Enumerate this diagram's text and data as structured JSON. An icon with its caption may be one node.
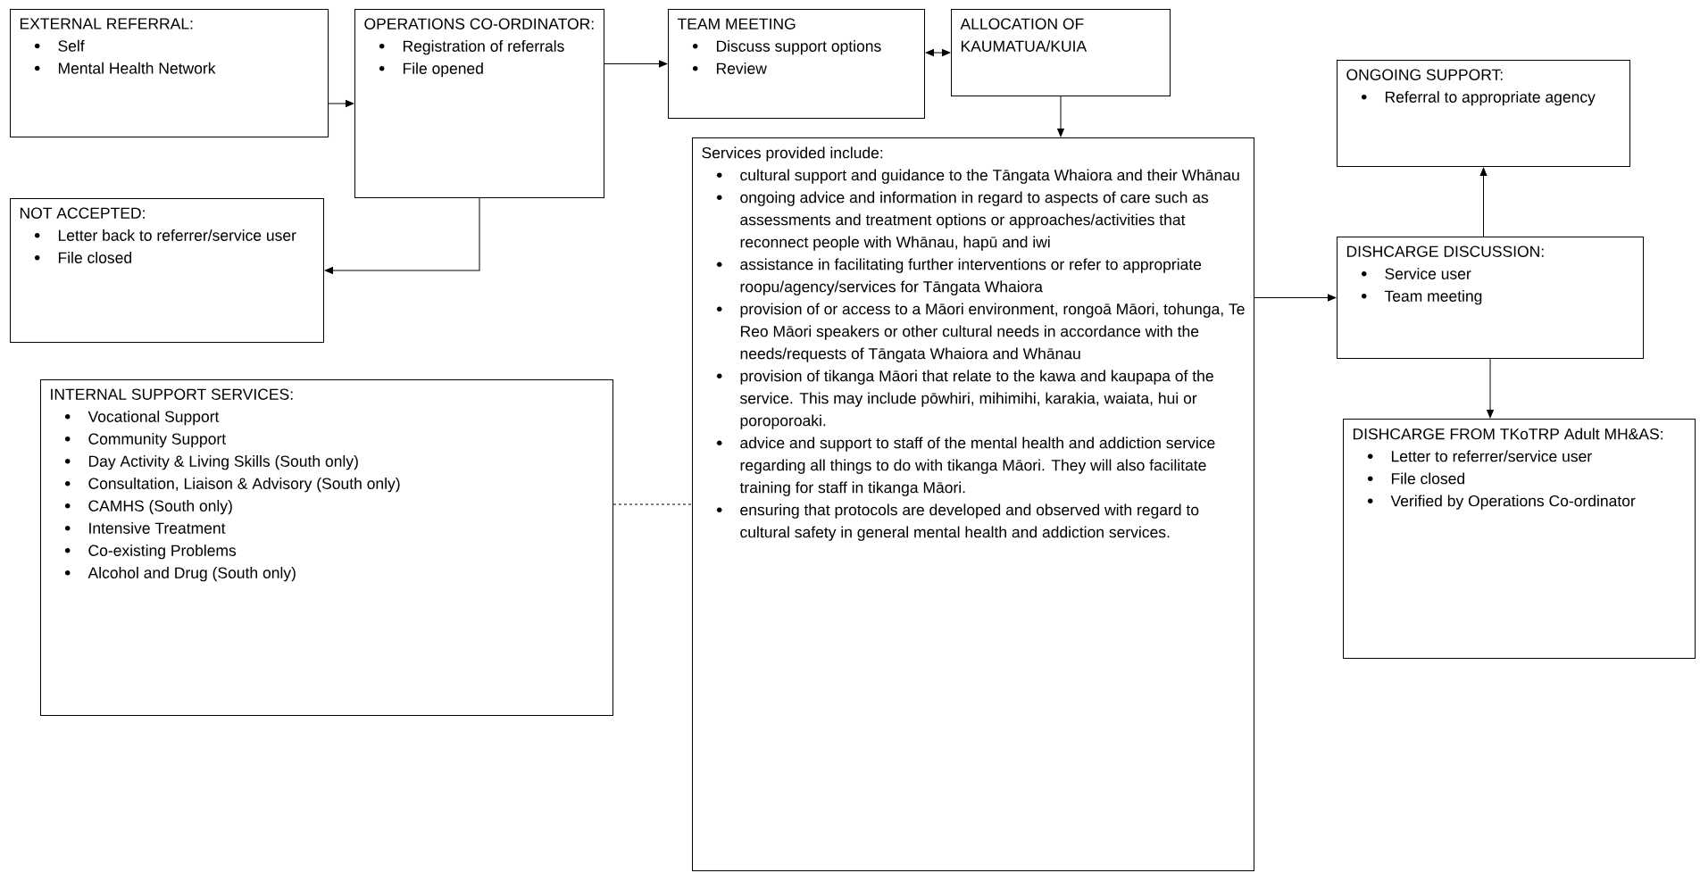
{
  "diagram": {
    "nodes": [
      {
        "text": [
          "EXTERNAL REFERRAL:",
          "Self",
          "Mental Health Network"
        ]
      },
      {
        "text": [
          "OPERATIONS CO-ORDINATOR:",
          "Registration of referrals",
          "File opened"
        ]
      },
      {
        "text": [
          "NOT ACCEPTED:",
          "Letter back to referrer/service user",
          "File closed"
        ]
      },
      {
        "text": [
          "TEAM MEETING",
          "Discuss support options",
          "Review"
        ]
      },
      {
        "text": [
          "ALLOCATION OF KAUMATUA/KUIA"
        ]
      },
      {
        "text": [
          "Services provided include:",
          "cultural support and guidance to the Tāngata Whaiora and their Whānau",
          "ongoing advice and information in regard to aspects of care such as assessments and treatment options or approaches/activities that reconnect people with Whānau, hapū and iwi",
          "assistance in facilitating further interventions or refer to appropriate roopu/agency/services for Tāngata Whaiora",
          "provision of or access to a Māori environment, rongoā Māori, tohunga, Te Reo Māori speakers or other cultural needs in accordance with the needs/requests of Tāngata Whaiora and Whānau",
          "provision of tikanga Māori that relate to the kawa and kaupapa of the service. This may include pōwhiri, mihimihi, karakia, waiata, hui or poroporoaki.",
          "advice and support to staff of the mental health and addiction service regarding all things to do with tikanga Māori.  They will also facilitate training for staff in tikanga Māori.",
          "ensuring that protocols are developed and observed with regard to cultural safety in general mental health and addiction services."
        ]
      },
      {
        "text": [
          "ONGOING SUPPORT:",
          "Referral to appropriate agency"
        ]
      },
      {
        "text": [
          "DISHCARGE DISCUSSION:",
          "Service user",
          "Team meeting"
        ]
      },
      {
        "text": [
          "DISHCARGE FROM TKoTRP Adult MH&AS:",
          "Letter to referrer/service user",
          "File closed",
          "Verified by Operations Co-ordinator"
        ]
      },
      {
        "text": [
          "INTERNAL SUPPORT SERVICES:",
          "Vocational Support",
          "Community Support",
          "Day Activity & Living Skills (South only)",
          "Consultation, Liaison & Advisory (South only)",
          "CAMHS (South only)",
          "Intensive Treatment",
          "Co-existing Problems",
          "Alcohol and Drug (South only)"
        ]
      }
    ],
    "edges": [
      {
        "from": 0,
        "to": 1,
        "arrow": "to"
      },
      {
        "from": 1,
        "to": 3,
        "arrow": "to"
      },
      {
        "from": 1,
        "to": 2,
        "arrow": "to"
      },
      {
        "from": 3,
        "to": 4,
        "arrow": "both"
      },
      {
        "from": 4,
        "to": 5,
        "arrow": "to"
      },
      {
        "from": 5,
        "to": 7,
        "arrow": "to"
      },
      {
        "from": 7,
        "to": 6,
        "arrow": "to"
      },
      {
        "from": 7,
        "to": 8,
        "arrow": "to"
      },
      {
        "from": 9,
        "to": 5,
        "arrow": "none",
        "style": "dashed"
      }
    ]
  }
}
